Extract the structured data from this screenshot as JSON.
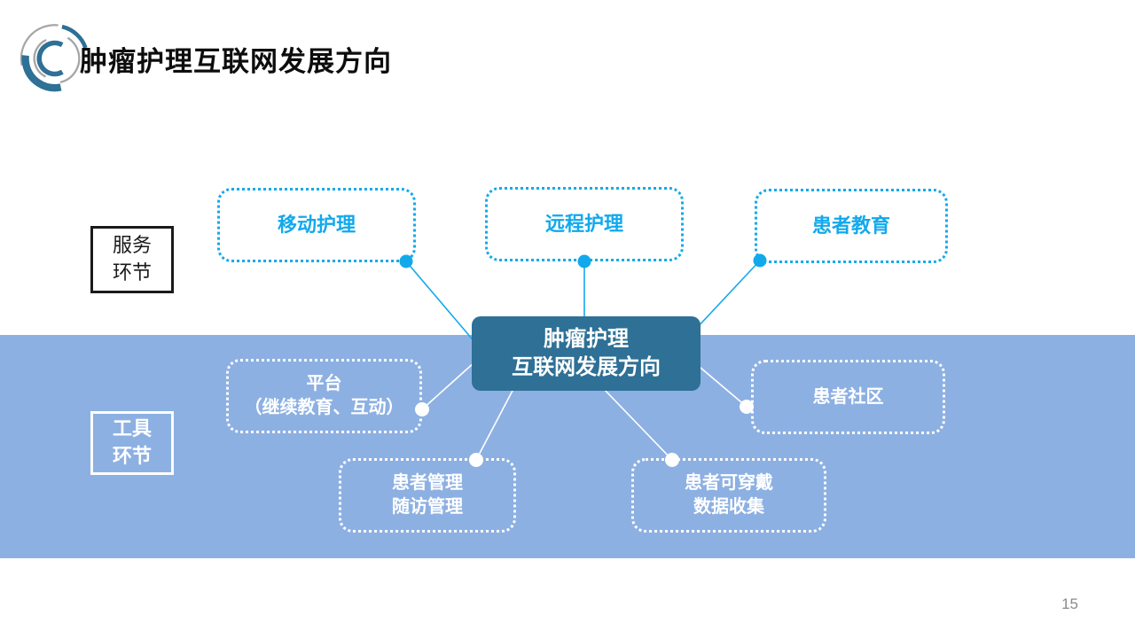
{
  "header": {
    "title": "肿瘤护理互联网发展方向"
  },
  "diagram": {
    "center": {
      "lines": [
        "肿瘤护理",
        "互联网发展方向"
      ]
    },
    "row_labels": [
      {
        "id": "service",
        "lines": [
          "服务",
          "环节"
        ]
      },
      {
        "id": "tool",
        "lines": [
          "工具",
          "环节"
        ]
      }
    ],
    "service_nodes": [
      {
        "label": "移动护理"
      },
      {
        "label": "远程护理"
      },
      {
        "label": "患者教育"
      }
    ],
    "tool_nodes": [
      {
        "lines": [
          "平台",
          "（继续教育、互动）"
        ]
      },
      {
        "lines": [
          "患者管理",
          "随访管理"
        ]
      },
      {
        "lines": [
          "患者可穿戴",
          "数据收集"
        ]
      },
      {
        "lines": [
          "患者社区"
        ]
      }
    ]
  },
  "footer": {
    "page_number": "15"
  },
  "colors": {
    "accent_cyan": "#12A9EC",
    "band_blue": "#8DB0E2",
    "center_fill": "#2E7096",
    "logo_blue": "#2E7096",
    "logo_gray": "#A6A6A6",
    "title_black": "#0D0D0D",
    "page_number_gray": "#8A8A8A",
    "node_white": "#FFFFFF"
  }
}
